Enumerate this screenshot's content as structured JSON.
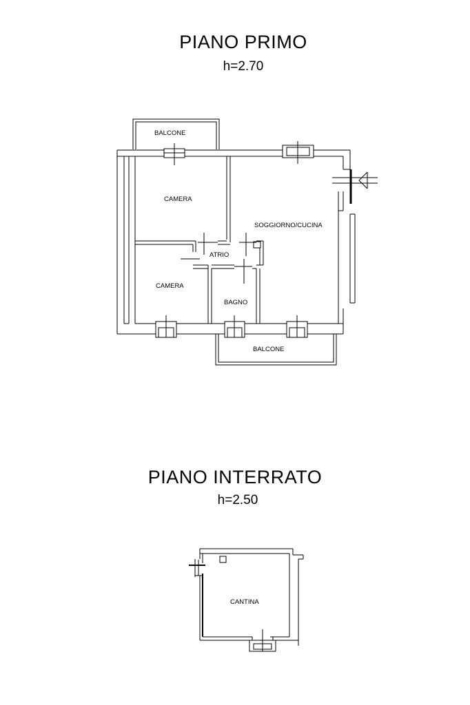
{
  "first_floor": {
    "title": "PIANO PRIMO",
    "height": "h=2.70",
    "rooms": {
      "balcone_top": "BALCONE",
      "camera_1": "CAMERA",
      "soggiorno": "SOGGIORNO/CUCINA",
      "atrio": "ATRIO",
      "camera_2": "CAMERA",
      "bagno": "BAGNO",
      "balcone_bottom": "BALCONE"
    }
  },
  "basement": {
    "title": "PIANO INTERRATO",
    "height": "h=2.50",
    "rooms": {
      "cantina": "CANTINA"
    }
  }
}
